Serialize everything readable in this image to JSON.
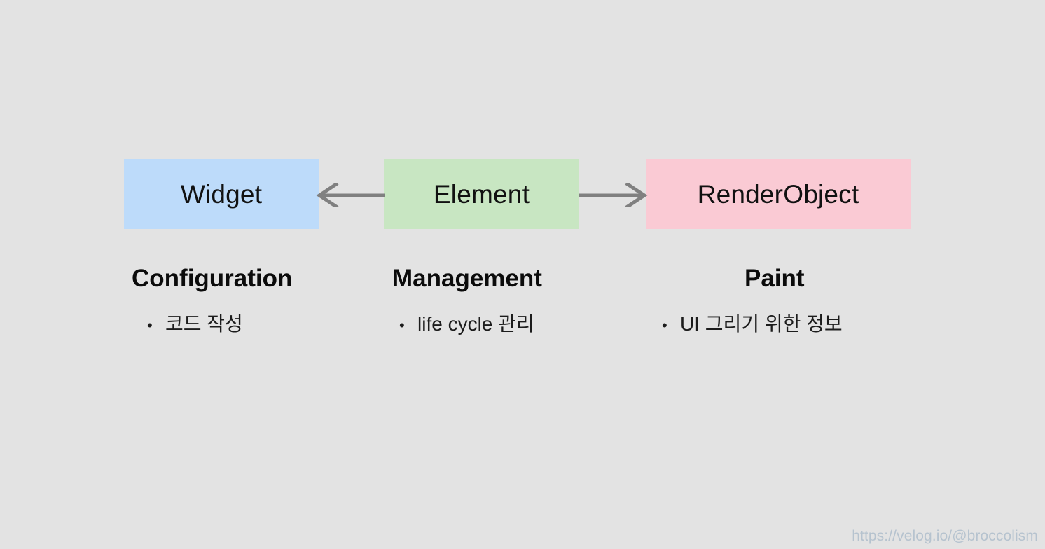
{
  "background_color": "#e3e3e3",
  "diagram": {
    "nodes": [
      {
        "id": "widget",
        "label": "Widget",
        "fill": "#bddbfa"
      },
      {
        "id": "element",
        "label": "Element",
        "fill": "#c8e6c2"
      },
      {
        "id": "renderobject",
        "label": "RenderObject",
        "fill": "#facad4"
      }
    ],
    "edges": [
      {
        "id": "element-to-widget",
        "from": "element",
        "to": "widget",
        "direction": "left",
        "color": "#808080"
      },
      {
        "id": "element-to-renderobject",
        "from": "element",
        "to": "renderobject",
        "direction": "right",
        "color": "#808080"
      }
    ],
    "columns": [
      {
        "id": "configuration",
        "heading": "Configuration",
        "bullet_glyph": "•",
        "items": [
          "코드 작성"
        ]
      },
      {
        "id": "management",
        "heading": "Management",
        "bullet_glyph": "•",
        "items": [
          "life cycle 관리"
        ]
      },
      {
        "id": "paint",
        "heading": "Paint",
        "bullet_glyph": "•",
        "items": [
          "UI 그리기 위한 정보"
        ]
      }
    ]
  },
  "watermark": {
    "text": "https://velog.io/@broccolism",
    "color": "#b6c3cf"
  }
}
